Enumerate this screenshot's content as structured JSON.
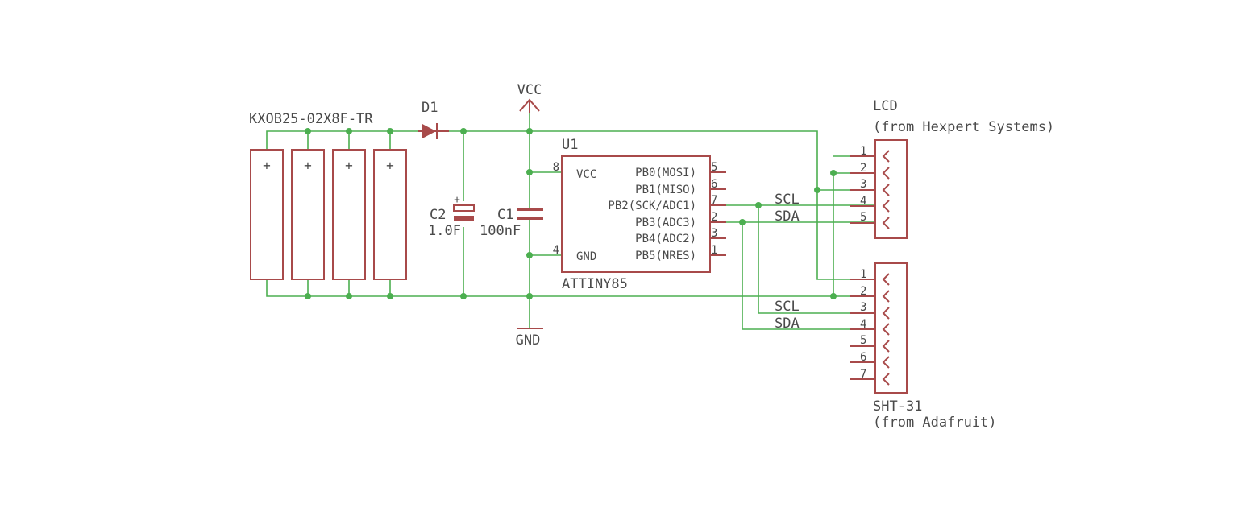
{
  "solar": {
    "label": "KXOB25-02X8F-TR",
    "cell_mark": "+"
  },
  "diode": {
    "label": "D1"
  },
  "vcc": {
    "label": "VCC"
  },
  "gnd": {
    "label": "GND"
  },
  "c2": {
    "name": "C2",
    "value": "1.0F",
    "polarity": "+"
  },
  "c1": {
    "name": "C1",
    "value": "100nF"
  },
  "u1": {
    "ref": "U1",
    "part": "ATTINY85",
    "pins_left": [
      {
        "num": "8",
        "name": "VCC"
      },
      {
        "num": "4",
        "name": "GND"
      }
    ],
    "pins_right": [
      {
        "num": "5",
        "name": "PB0(MOSI)"
      },
      {
        "num": "6",
        "name": "PB1(MISO)"
      },
      {
        "num": "7",
        "name": "PB2(SCK/ADC1)"
      },
      {
        "num": "2",
        "name": "PB3(ADC3)"
      },
      {
        "num": "3",
        "name": "PB4(ADC2)"
      },
      {
        "num": "1",
        "name": "PB5(NRES)"
      }
    ]
  },
  "nets": {
    "scl": "SCL",
    "sda": "SDA"
  },
  "lcd": {
    "title": "LCD",
    "source": "(from Hexpert Systems)",
    "pins": [
      "1",
      "2",
      "3",
      "4",
      "5"
    ]
  },
  "sht": {
    "title": "SHT-31",
    "source": "(from Adafruit)",
    "pins": [
      "1",
      "2",
      "3",
      "4",
      "5",
      "6",
      "7"
    ]
  },
  "colors": {
    "wire": "#4caf50",
    "symbol": "#a84a4a",
    "text": "#4a4a4a"
  }
}
